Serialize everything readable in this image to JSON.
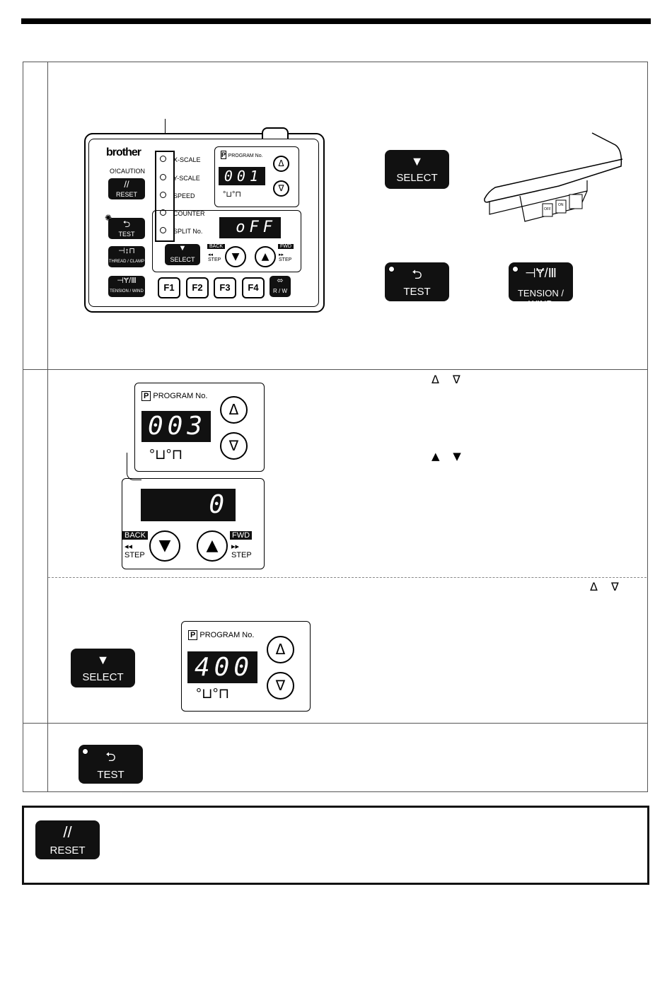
{
  "panel": {
    "brand": "brother",
    "caution": "CAUTION",
    "reset": "RESET",
    "test": "TEST",
    "thread_clamp": "THREAD / CLAMP",
    "tension_wind": "TENSION / WIND",
    "modes": [
      "X-SCALE",
      "Y-SCALE",
      "SPEED",
      "COUNTER",
      "SPLIT No."
    ],
    "program_label": "PROGRAM No.",
    "program_value": "001",
    "sub_display": "oFF",
    "select": "SELECT",
    "back": "BACK",
    "fwd": "FWD",
    "step": "STEP",
    "fkeys": [
      "F1",
      "F2",
      "F3",
      "F4"
    ],
    "rw": "R / W"
  },
  "big_buttons": {
    "select": "SELECT",
    "test": "TEST",
    "tension_wind": "TENSION / WIND"
  },
  "box_switch": {
    "off": "OFF",
    "on": "ON"
  },
  "section2": {
    "program_label": "PROGRAM No.",
    "program_value": "003",
    "sub_value": "0",
    "back": "BACK",
    "fwd": "FWD",
    "step_left": "STEP",
    "step_right": "STEP",
    "arrows_hollow": "Δ ∇",
    "arrows_solid": "▲ ▼",
    "arrows_hollow_2": "Δ ∇"
  },
  "section3": {
    "select": "SELECT",
    "program_label": "PROGRAM No.",
    "program_value": "400"
  },
  "section4": {
    "test": "TEST"
  },
  "note": {
    "reset": "RESET"
  }
}
